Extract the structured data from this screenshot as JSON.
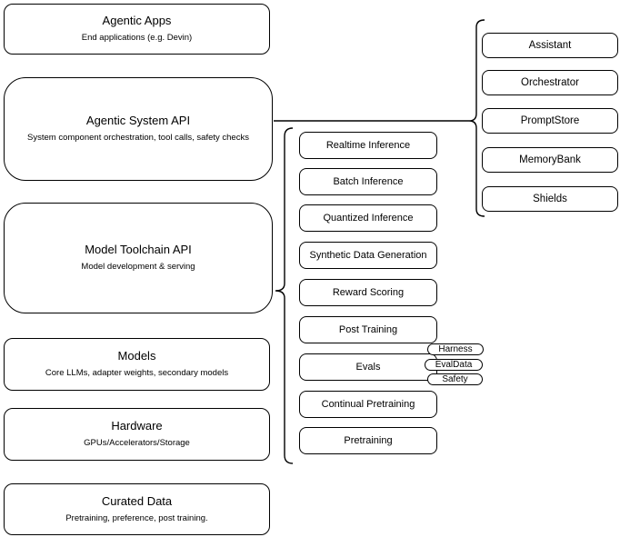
{
  "colors": {
    "stroke": "#000000",
    "fill": "#ffffff",
    "text": "#000000"
  },
  "left_stack": [
    {
      "title": "Agentic Apps",
      "subtitle": "End applications (e.g. Devin)"
    },
    {
      "title": "Agentic System API",
      "subtitle": "System component orchestration, tool calls, safety checks"
    },
    {
      "title": "Model Toolchain API",
      "subtitle": "Model development & serving"
    },
    {
      "title": "Models",
      "subtitle": "Core LLMs, adapter weights, secondary models"
    },
    {
      "title": "Hardware",
      "subtitle": "GPUs/Accelerators/Storage"
    },
    {
      "title": "Curated Data",
      "subtitle": "Pretraining, preference, post training."
    }
  ],
  "toolchain_components": [
    "Realtime Inference",
    "Batch Inference",
    "Quantized Inference",
    "Synthetic Data Generation",
    "Reward Scoring",
    "Post Training",
    "Evals",
    "Continual Pretraining",
    "Pretraining"
  ],
  "eval_tags": [
    "Harness",
    "EvalData",
    "Safety"
  ],
  "agentic_components": [
    "Assistant",
    "Orchestrator",
    "PromptStore",
    "MemoryBank",
    "Shields"
  ]
}
